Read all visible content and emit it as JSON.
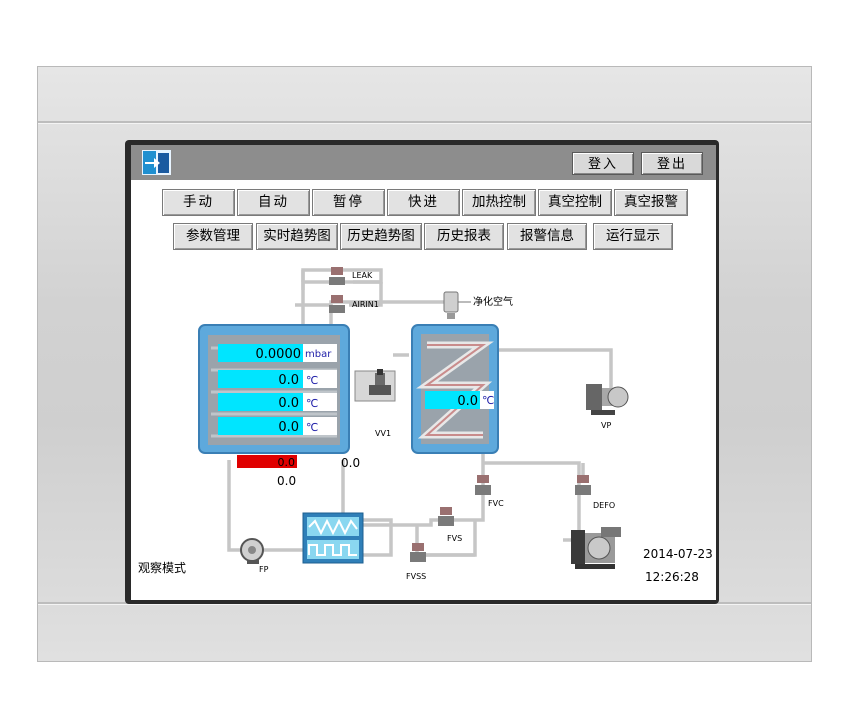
{
  "header": {
    "login_label": "登入",
    "logout_label": "登出"
  },
  "nav_row1": [
    "手动",
    "自动",
    "暂停",
    "快进",
    "加热控制",
    "真空控制",
    "真空报警"
  ],
  "nav_row2": [
    "参数管理",
    "实时趋势图",
    "历史趋势图",
    "历史报表",
    "报警信息",
    "运行显示"
  ],
  "chamber": {
    "pressure_value": "0.0000",
    "pressure_unit": "mbar",
    "temp1_value": "0.0",
    "temp2_value": "0.0",
    "temp3_value": "0.0",
    "temp_unit": "℃",
    "red_value": "0.0",
    "value_right": "0.0",
    "value_below": "0.0"
  },
  "condenser": {
    "temp_value": "0.0",
    "temp_unit": "℃"
  },
  "labels": {
    "leak": "LEAK",
    "airin": "AIRIN1",
    "clean_air": "净化空气",
    "vv1": "VV1",
    "vp": "VP",
    "fvc": "FVC",
    "defo": "DEFO",
    "fvs": "FVS",
    "fvss": "FVSS",
    "fp": "FP"
  },
  "status": {
    "mode": "观察模式",
    "date": "2014-07-23",
    "time": "12:26:28"
  },
  "colors": {
    "cyan": "#00e5ff",
    "vessel_blue": "#5ea9dc",
    "alarm_red": "#e00000",
    "pipe": "#c8c8c8"
  }
}
